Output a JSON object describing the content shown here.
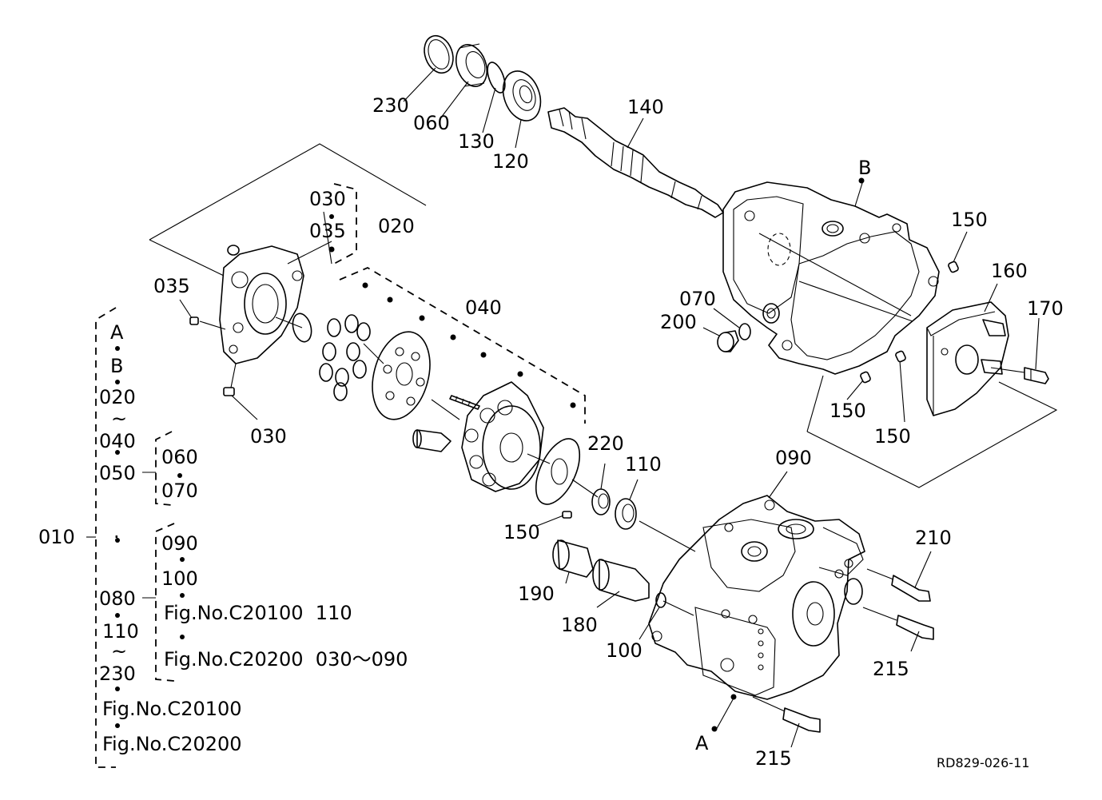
{
  "diagram_ref": "RD829-026-11",
  "labels": {
    "p230": "230",
    "p060": "060",
    "p130": "130",
    "p120": "120",
    "p140": "140",
    "pB_top": "B",
    "p150_a": "150",
    "p160": "160",
    "p170": "170",
    "p070_right": "070",
    "p200": "200",
    "p150_b": "150",
    "p150_c": "150",
    "p030_top": "030",
    "p035_top": "035",
    "p020": "020",
    "p035_left": "035",
    "p030_bottom": "030",
    "p040": "040",
    "p220": "220",
    "p110": "110",
    "p090": "090",
    "p150_d": "150",
    "p190": "190",
    "p180": "180",
    "p100": "100",
    "p210": "210",
    "p215_a": "215",
    "p215_b": "215",
    "pA_bottom": "A"
  },
  "kit_tree": {
    "main": "010",
    "items": [
      "A",
      "B",
      "020",
      "~",
      "040",
      "050",
      "·",
      "080",
      "110",
      "~",
      "230"
    ],
    "sub050": [
      "060",
      "070"
    ],
    "sub080": [
      "090",
      "100"
    ],
    "fig_refs": [
      "Fig.No.C20100",
      "Fig.No.C20200"
    ],
    "fig_ref_lines": [
      "Fig.No.C20100  110",
      "Fig.No.C20200  030～090"
    ]
  }
}
